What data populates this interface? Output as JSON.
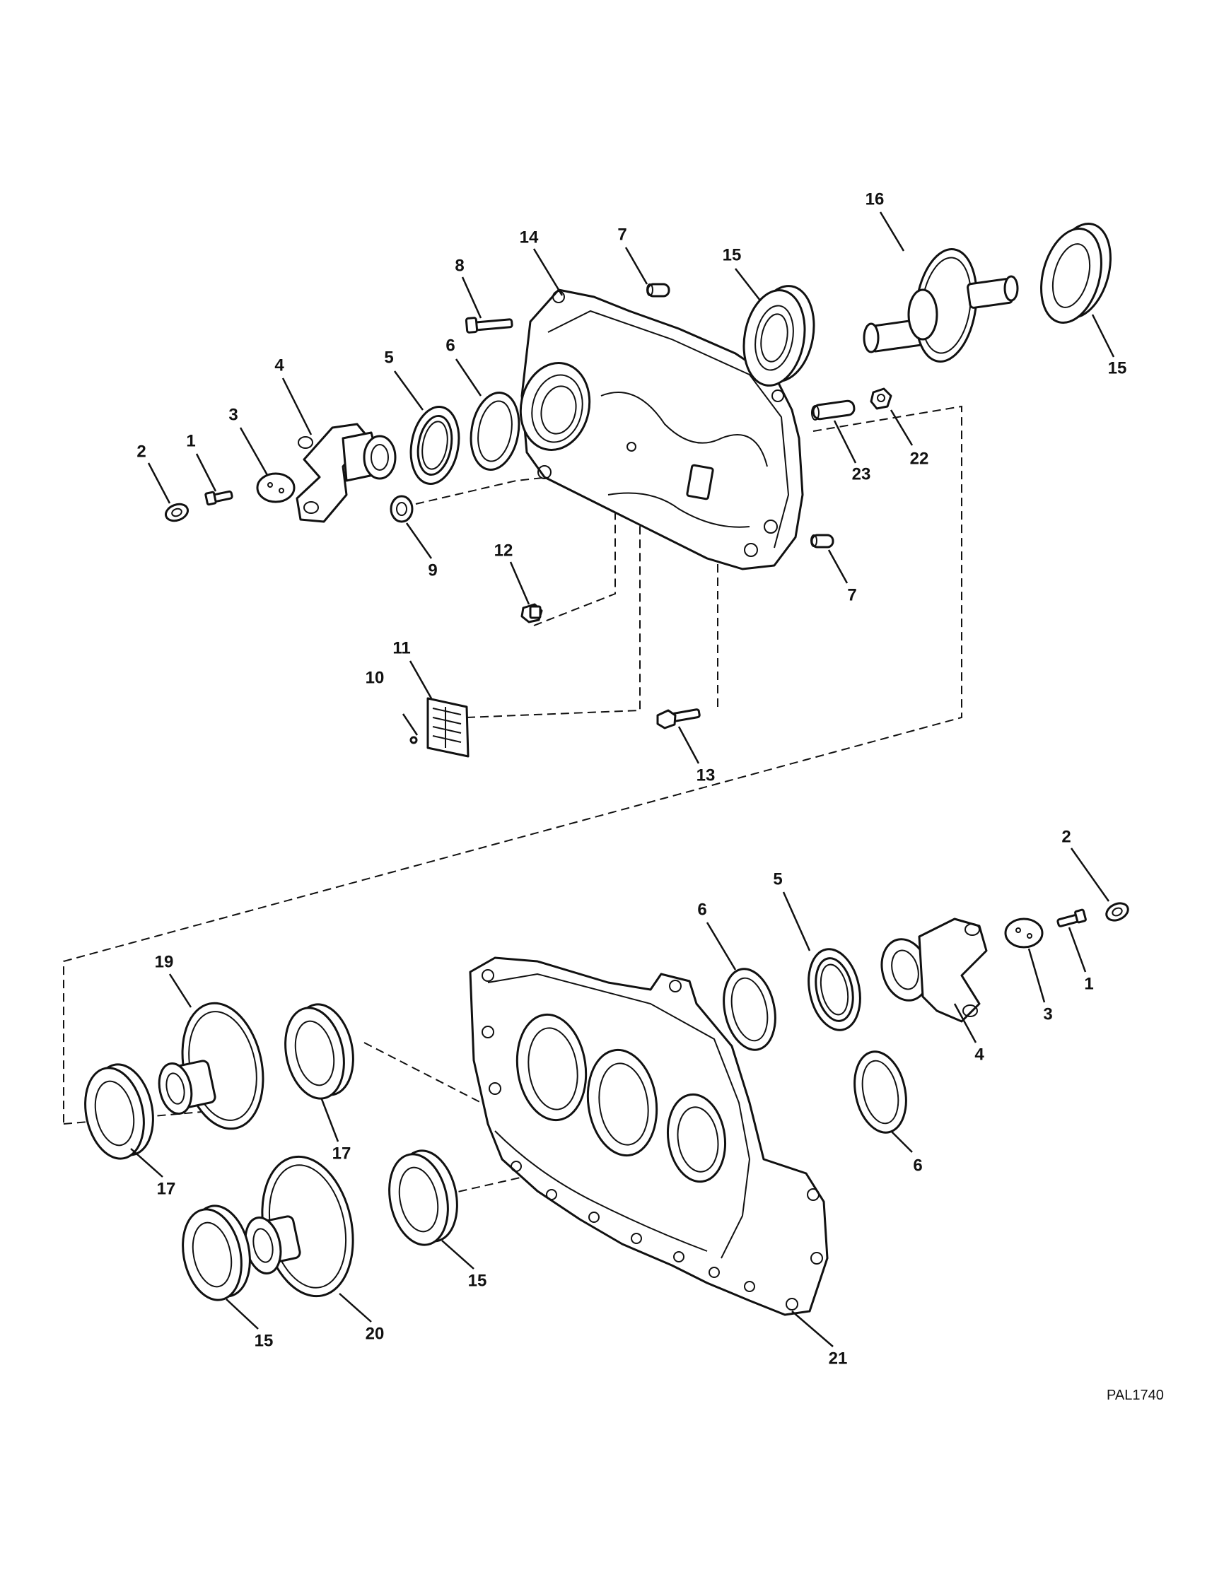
{
  "figure_id": "PAL1740",
  "callouts": {
    "c1a": "1",
    "c2a": "2",
    "c3a": "3",
    "c4a": "4",
    "c5a": "5",
    "c6a": "6",
    "c7a": "7",
    "c7b": "7",
    "c8": "8",
    "c9": "9",
    "c10": "10",
    "c11": "11",
    "c12": "12",
    "c13": "13",
    "c14": "14",
    "c15a": "15",
    "c15b": "15",
    "c16": "16",
    "c22": "22",
    "c23": "23",
    "c1b": "1",
    "c2b": "2",
    "c3b": "3",
    "c4b": "4",
    "c5b": "5",
    "c6b": "6",
    "c6c": "6",
    "c15c": "15",
    "c15d": "15",
    "c17a": "17",
    "c17b": "17",
    "c19": "19",
    "c20": "20",
    "c21": "21"
  }
}
